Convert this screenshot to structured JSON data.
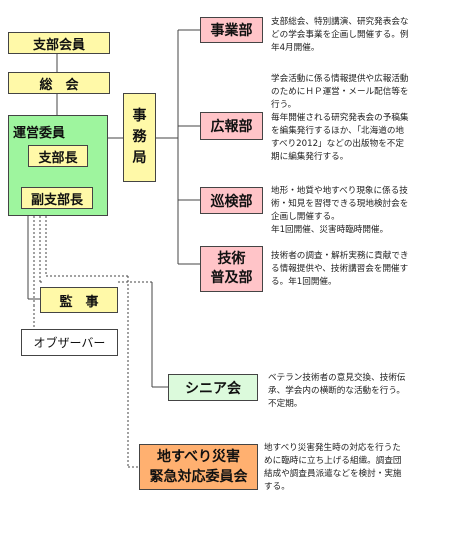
{
  "members": {
    "label": "支部会員"
  },
  "general_meeting": {
    "label": "総　会"
  },
  "steering": {
    "label": "運営委員",
    "chair": "支部長",
    "vice_chair": "副支部長"
  },
  "secretariat": {
    "chars": [
      "事",
      "務",
      "局"
    ]
  },
  "auditor": {
    "label": "監　事"
  },
  "observer": {
    "label": "オブザーバー"
  },
  "departments": [
    {
      "name": "事業部",
      "desc": [
        "支部総会、特別講演、研究発表会な",
        "どの学会事業を企画し開催する。例",
        "年4月開催。"
      ]
    },
    {
      "name": "広報部",
      "desc": [
        "学会活動に係る情報提供や広報活動",
        "のためにＨＰ運営・メール配信等を",
        "行う。",
        "毎年開催される研究発表会の予稿集",
        "を編集発行するほか、「北海道の地",
        "すべり2012」などの出版物を不定",
        "期に編集発行する。"
      ]
    },
    {
      "name": "巡検部",
      "desc": [
        "地形・地質や地すべり現象に係る技",
        "術・知見を習得できる現地検討会を",
        "企画し開催する。",
        "年1回開催、災害時臨時開催。"
      ]
    },
    {
      "name_lines": [
        "技術",
        "普及部"
      ],
      "desc": [
        "技術者の調査・解析実務に貢献でき",
        "る情報提供や、技術講習会を開催す",
        "る。年1回開催。"
      ]
    }
  ],
  "senior": {
    "label": "シニア会",
    "desc": [
      "ベテラン技術者の意見交換、技術伝",
      "承、学会内の横断的な活動を行う。",
      "不定期。"
    ]
  },
  "emergency": {
    "lines": [
      "地すべり災害",
      "緊急対応委員会"
    ],
    "desc": [
      "地すべり災害発生時の対応を行うた",
      "めに臨時に立ち上げる組織。調査団",
      "結成や調査員派遣などを検討・実施",
      "する。"
    ]
  }
}
